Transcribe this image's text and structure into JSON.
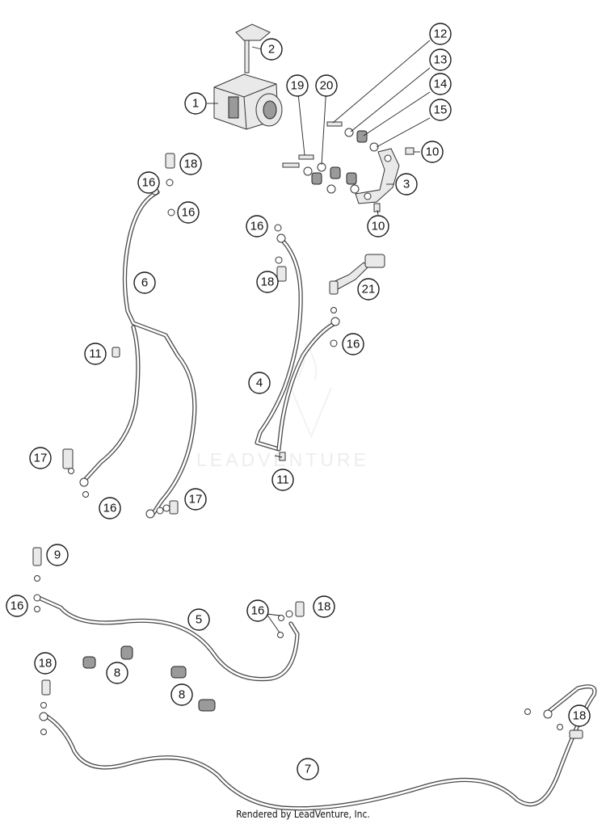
{
  "diagram": {
    "watermark": "LEADVENTURE",
    "footer": "Rendered by LeadVenture, Inc.",
    "callouts": {
      "c1": "1",
      "c2": "2",
      "c3": "3",
      "c4": "4",
      "c5": "5",
      "c6": "6",
      "c7": "7",
      "c8a": "8",
      "c8b": "8",
      "c9": "9",
      "c10a": "10",
      "c10b": "10",
      "c11a": "11",
      "c11b": "11",
      "c12": "12",
      "c13": "13",
      "c14": "14",
      "c15": "15",
      "c16a": "16",
      "c16b": "16",
      "c16c": "16",
      "c16d": "16",
      "c16e": "16",
      "c16f": "16",
      "c16g": "16",
      "c17a": "17",
      "c17b": "17",
      "c18a": "18",
      "c18b": "18",
      "c18c": "18",
      "c18d": "18",
      "c18e": "18",
      "c19": "19",
      "c20": "20",
      "c21": "21"
    }
  }
}
